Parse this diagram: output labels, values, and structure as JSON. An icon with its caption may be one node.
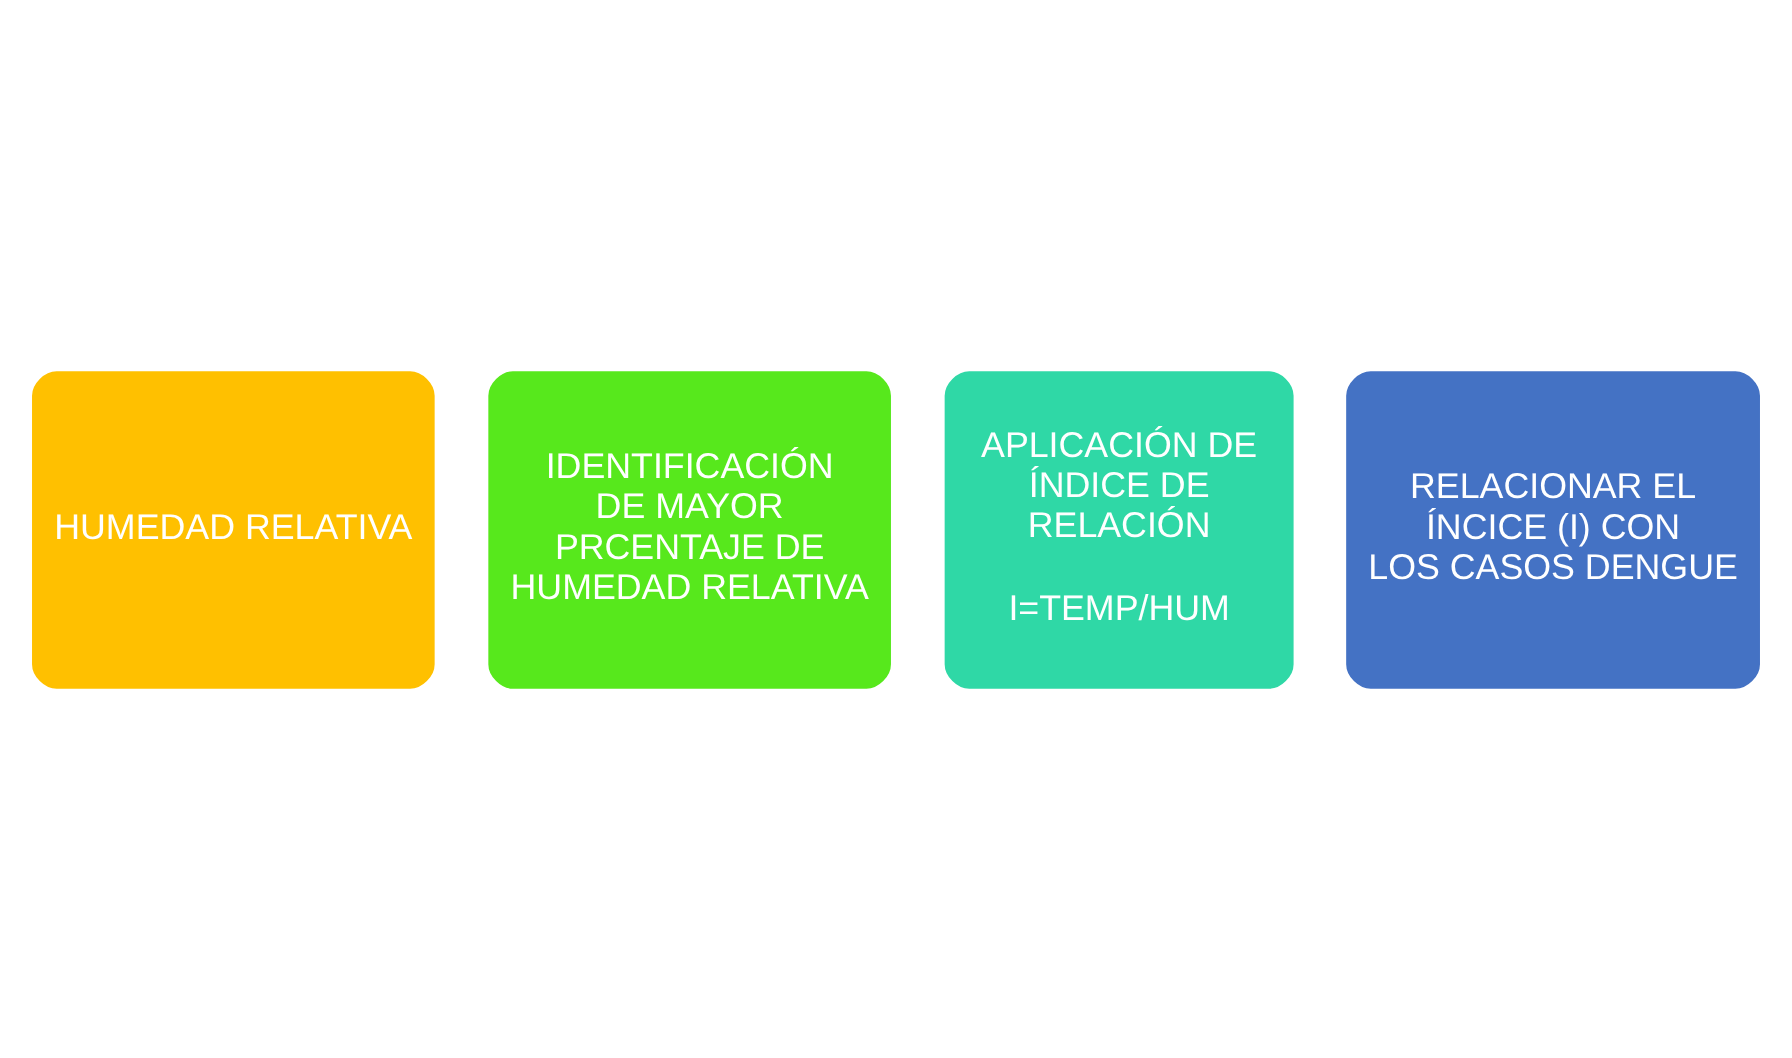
{
  "diagram": {
    "nodes": [
      {
        "text": [
          "HUMEDAD RELATIVA"
        ]
      },
      {
        "text": [
          "IDENTIFICACIÓN DE MAYOR PRCENTAJE DE HUMEDAD RELATIVA"
        ]
      },
      {
        "text": [
          "APLICACIÓN DE ÍNDICE DE RELACIÓN",
          "I=TEMP/HUM"
        ]
      },
      {
        "text": [
          "RELACIONAR EL ÍNCICE (I) CON LOS CASOS DENGUE"
        ]
      }
    ],
    "edges": []
  }
}
